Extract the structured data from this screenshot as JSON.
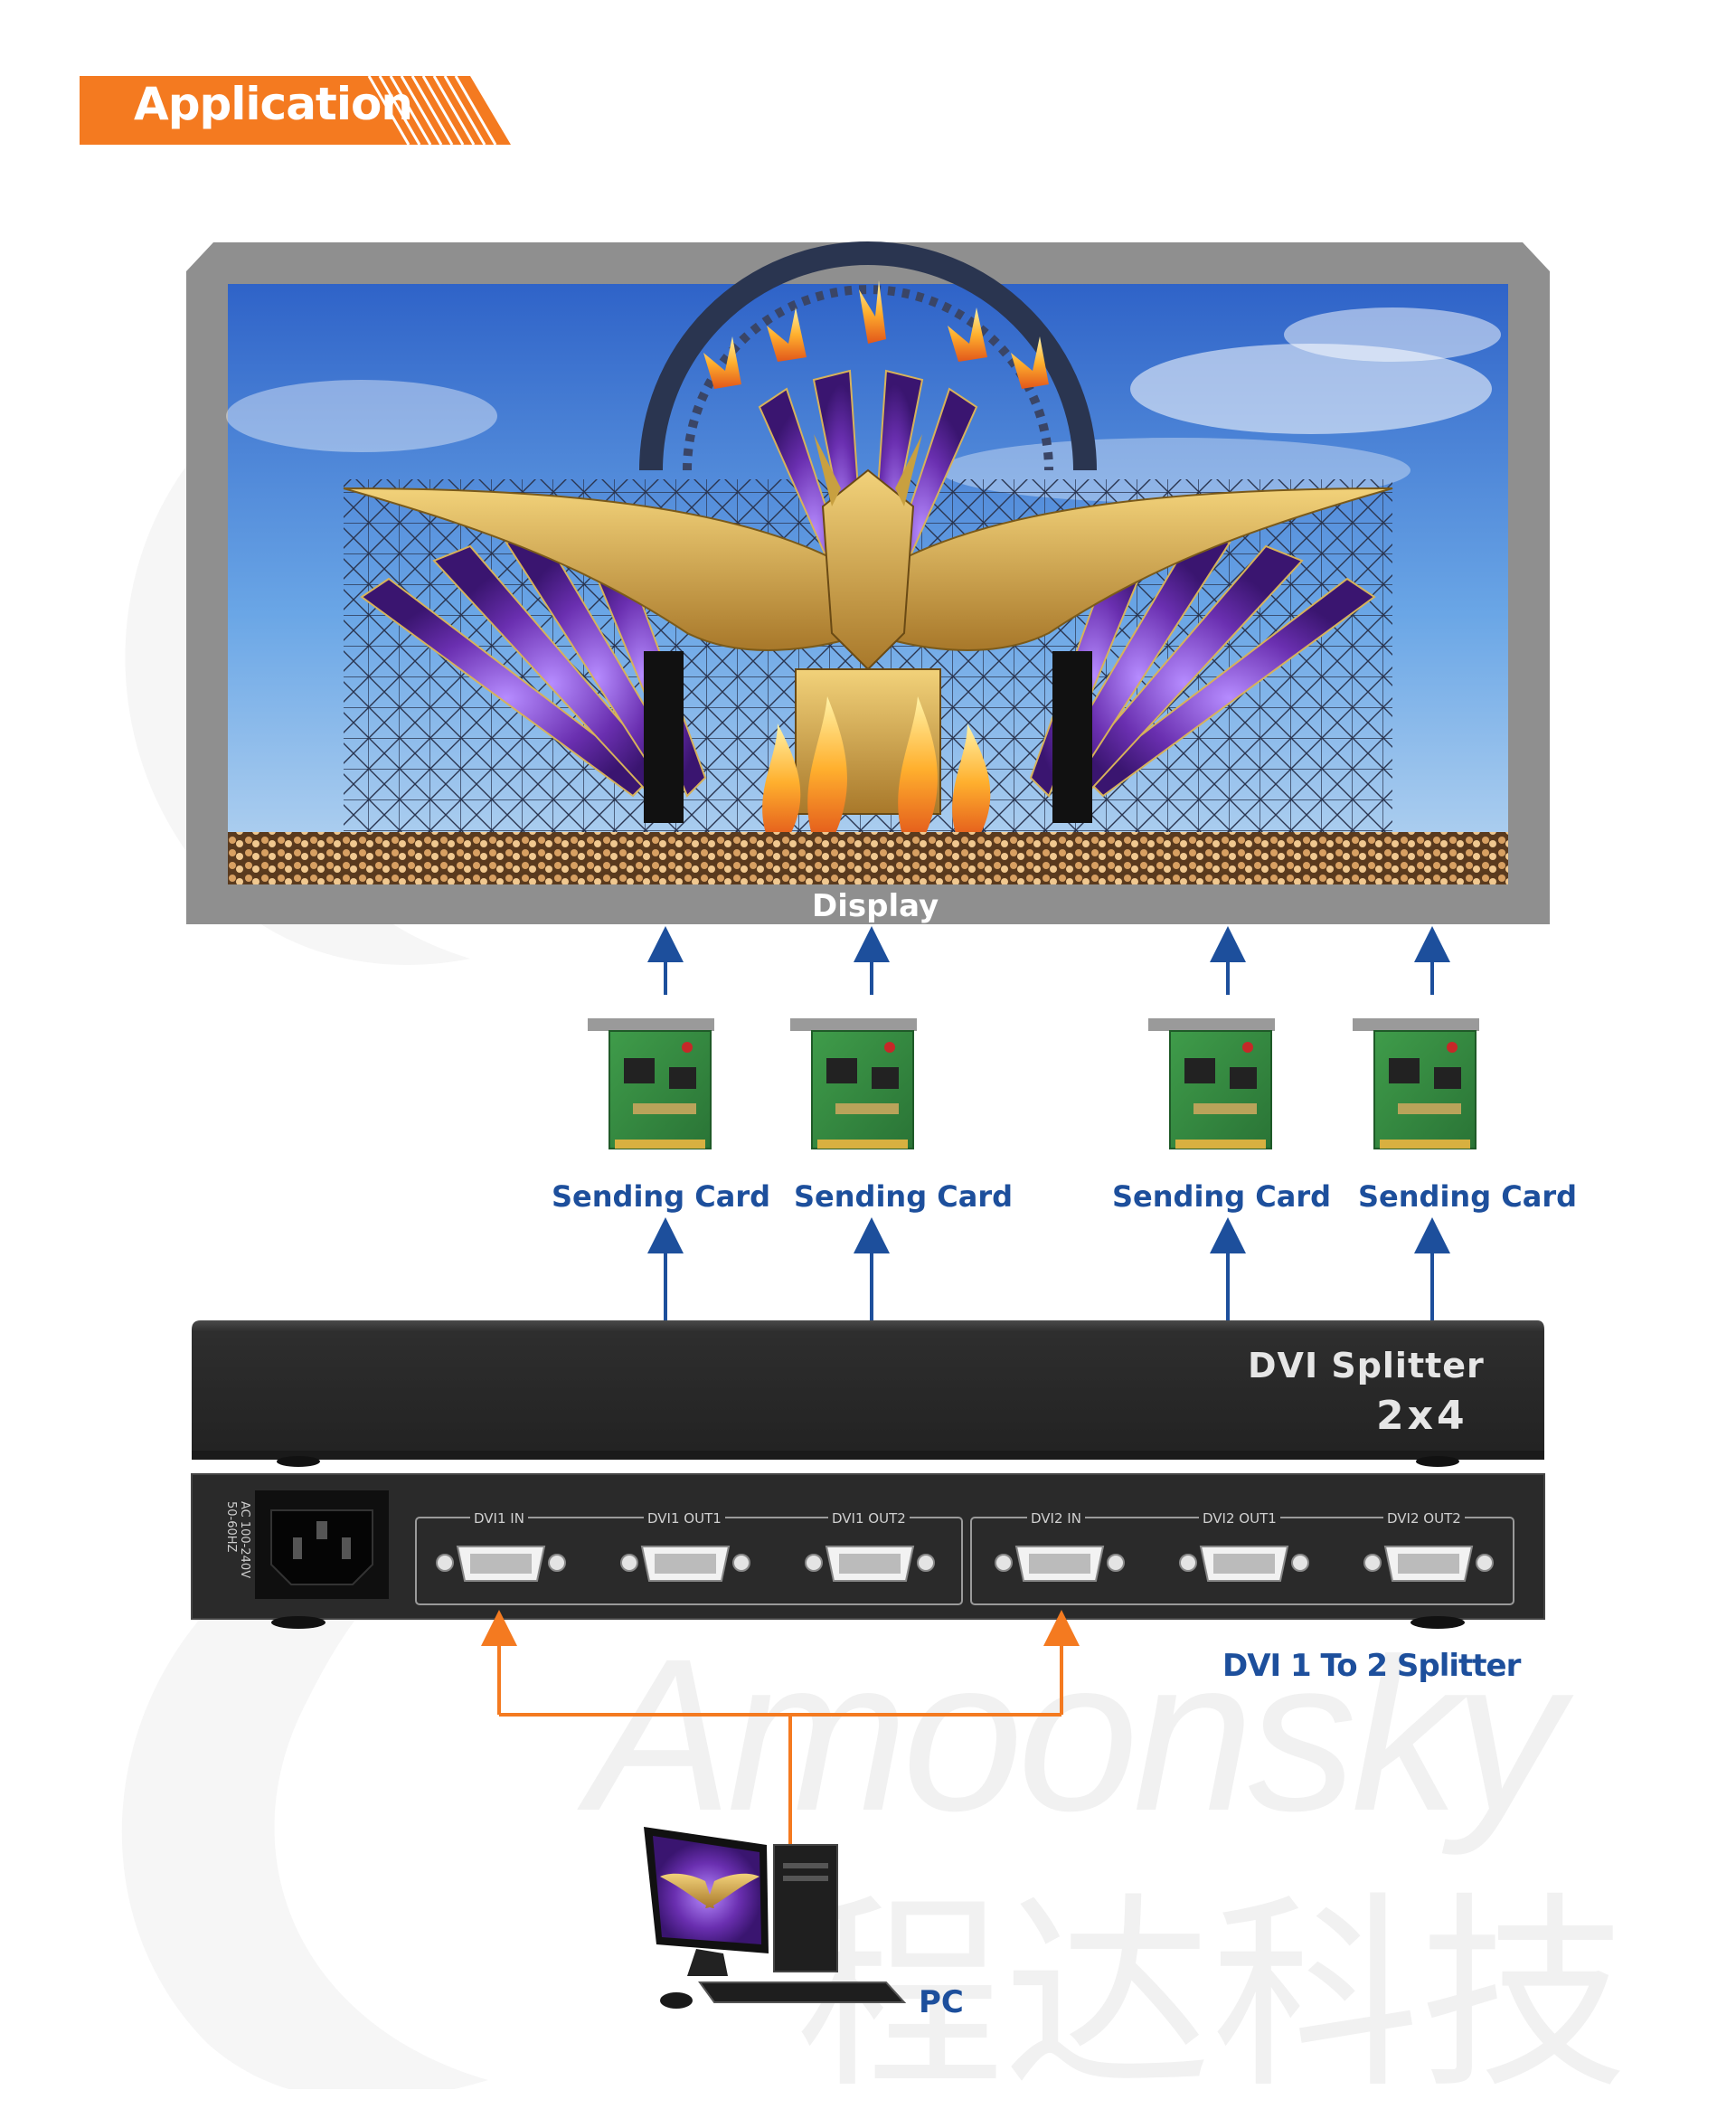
{
  "header": {
    "label": "Application"
  },
  "display": {
    "label": "Display"
  },
  "sending_cards": [
    {
      "label": "Sending Card"
    },
    {
      "label": "Sending Card"
    },
    {
      "label": "Sending Card"
    },
    {
      "label": "Sending Card"
    }
  ],
  "splitter": {
    "name": "DVI Splitter",
    "ratio": "2x4",
    "mode": "DVI 1 To 2 Splitter",
    "power_rating": [
      "AC 100-240V",
      "50-60HZ"
    ],
    "ports": [
      "DVI1 IN",
      "DVI1 OUT1",
      "DVI1 OUT2",
      "DVI2 IN",
      "DVI2 OUT1",
      "DVI2 OUT2"
    ]
  },
  "pc": {
    "label": "PC"
  },
  "watermark": {
    "latin": "Amoonsky",
    "cjk": "程达科技"
  },
  "colors": {
    "accent_orange": "#f47a20",
    "label_blue": "#1d4f9c",
    "arrow_blue": "#1d4f9c",
    "bezel_gray": "#8f8f8f",
    "device_dark": "#2c2c2c"
  },
  "icons": {
    "header": "diagonal-stripes-icon",
    "card": "sending-card-pcb-icon",
    "connector": "dvi-connector-icon",
    "power": "iec-power-socket-icon",
    "pc": "desktop-pc-icon"
  }
}
